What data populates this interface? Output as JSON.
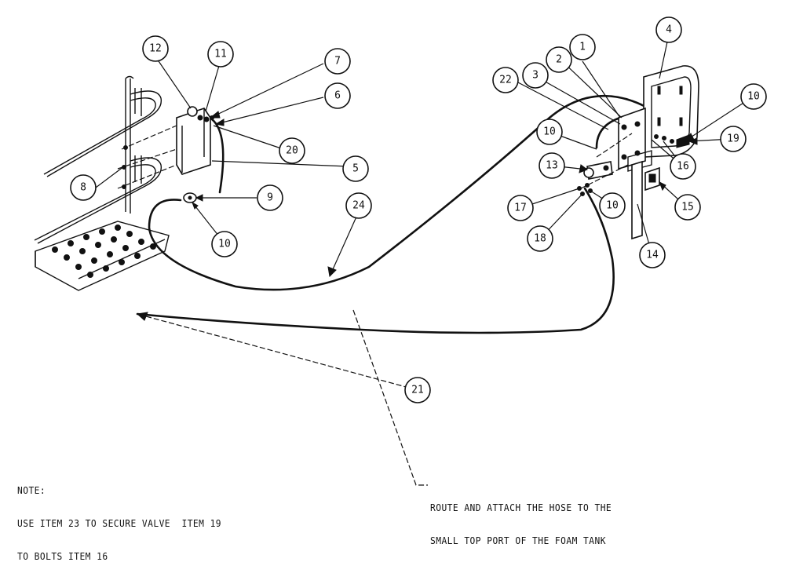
{
  "callouts": [
    {
      "id": "c1",
      "label": "1"
    },
    {
      "id": "c2",
      "label": "2"
    },
    {
      "id": "c3",
      "label": "3"
    },
    {
      "id": "c4",
      "label": "4"
    },
    {
      "id": "c5",
      "label": "5"
    },
    {
      "id": "c6",
      "label": "6"
    },
    {
      "id": "c7",
      "label": "7"
    },
    {
      "id": "c8",
      "label": "8"
    },
    {
      "id": "c9",
      "label": "9"
    },
    {
      "id": "c10a",
      "label": "10"
    },
    {
      "id": "c10b",
      "label": "10"
    },
    {
      "id": "c10c",
      "label": "10"
    },
    {
      "id": "c10d",
      "label": "10"
    },
    {
      "id": "c11",
      "label": "11"
    },
    {
      "id": "c12",
      "label": "12"
    },
    {
      "id": "c13",
      "label": "13"
    },
    {
      "id": "c14",
      "label": "14"
    },
    {
      "id": "c15",
      "label": "15"
    },
    {
      "id": "c16",
      "label": "16"
    },
    {
      "id": "c17",
      "label": "17"
    },
    {
      "id": "c18",
      "label": "18"
    },
    {
      "id": "c19",
      "label": "19"
    },
    {
      "id": "c20",
      "label": "20"
    },
    {
      "id": "c21",
      "label": "21"
    },
    {
      "id": "c22",
      "label": "22"
    },
    {
      "id": "c24",
      "label": "24"
    }
  ],
  "note": {
    "heading": "NOTE:",
    "line1": "USE ITEM 23 TO SECURE VALVE  ITEM 19",
    "line2": "TO BOLTS ITEM 16"
  },
  "route_note": {
    "line1": "ROUTE AND ATTACH THE HOSE TO THE",
    "line2": "SMALL TOP PORT OF THE FOAM TANK"
  }
}
